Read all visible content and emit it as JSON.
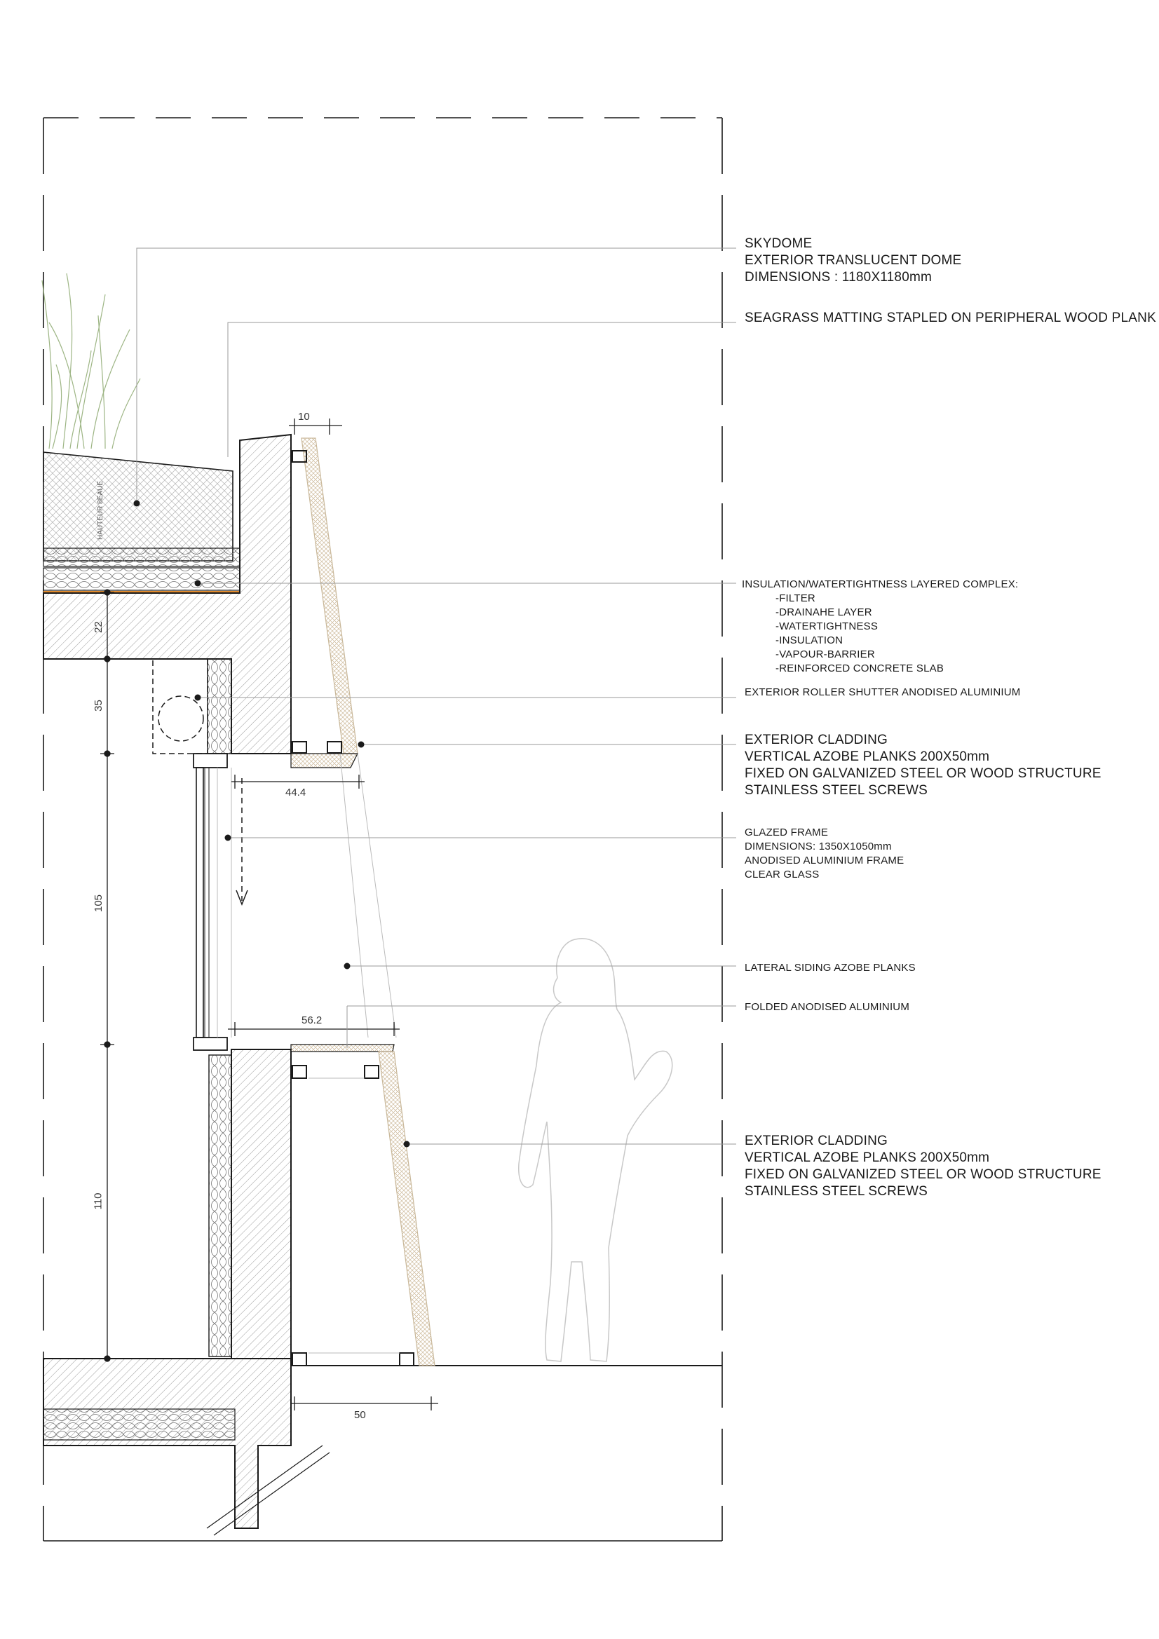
{
  "labels": {
    "skydome": [
      "SKYDOME",
      "EXTERIOR TRANSLUCENT DOME",
      "DIMENSIONS : 1180X1180mm"
    ],
    "seagrass": "SEAGRASS MATTING STAPLED ON PERIPHERAL WOOD PLANK",
    "insulation": {
      "title": "INSULATION/WATERTIGHTNESS LAYERED COMPLEX:",
      "items": [
        "-FILTER",
        "-DRAINAHE LAYER",
        "-WATERTIGHTNESS",
        "-INSULATION",
        "-VAPOUR-BARRIER",
        "-REINFORCED CONCRETE SLAB"
      ]
    },
    "roller_shutter": "EXTERIOR ROLLER SHUTTER ANODISED ALUMINIUM",
    "cladding_upper": [
      "EXTERIOR CLADDING",
      "VERTICAL AZOBE PLANKS 200X50mm",
      "FIXED ON GALVANIZED STEEL OR WOOD STRUCTURE",
      "STAINLESS STEEL SCREWS"
    ],
    "glazed_frame": [
      "GLAZED FRAME",
      "DIMENSIONS: 1350X1050mm",
      "ANODISED ALUMINIUM FRAME",
      "CLEAR GLASS"
    ],
    "lateral_siding": "LATERAL SIDING AZOBE PLANKS",
    "folded_aluminium": "FOLDED ANODISED ALUMINIUM",
    "cladding_lower": [
      "EXTERIOR CLADDING",
      "VERTICAL AZOBE PLANKS 200X50mm",
      "FIXED ON GALVANIZED STEEL OR WOOD STRUCTURE",
      "STAINLESS STEEL SCREWS"
    ]
  },
  "dimensions": {
    "top_offset": "10",
    "slab_depth": "22",
    "shutter_height": "35",
    "window_height": "105",
    "sill_height": "110",
    "window_projection": "44.4",
    "sill_projection": "56.2",
    "base_projection": "50"
  },
  "slab_tag": "HAUTEUR 8EAUE",
  "colors": {
    "line": "#1a1a1a",
    "hatch": "#888888",
    "wood": "#c9b89a",
    "plant": "#9db584",
    "orange": "#e08a2c",
    "leader": "#9a9a9a",
    "silhouette": "#c8c8c8"
  }
}
